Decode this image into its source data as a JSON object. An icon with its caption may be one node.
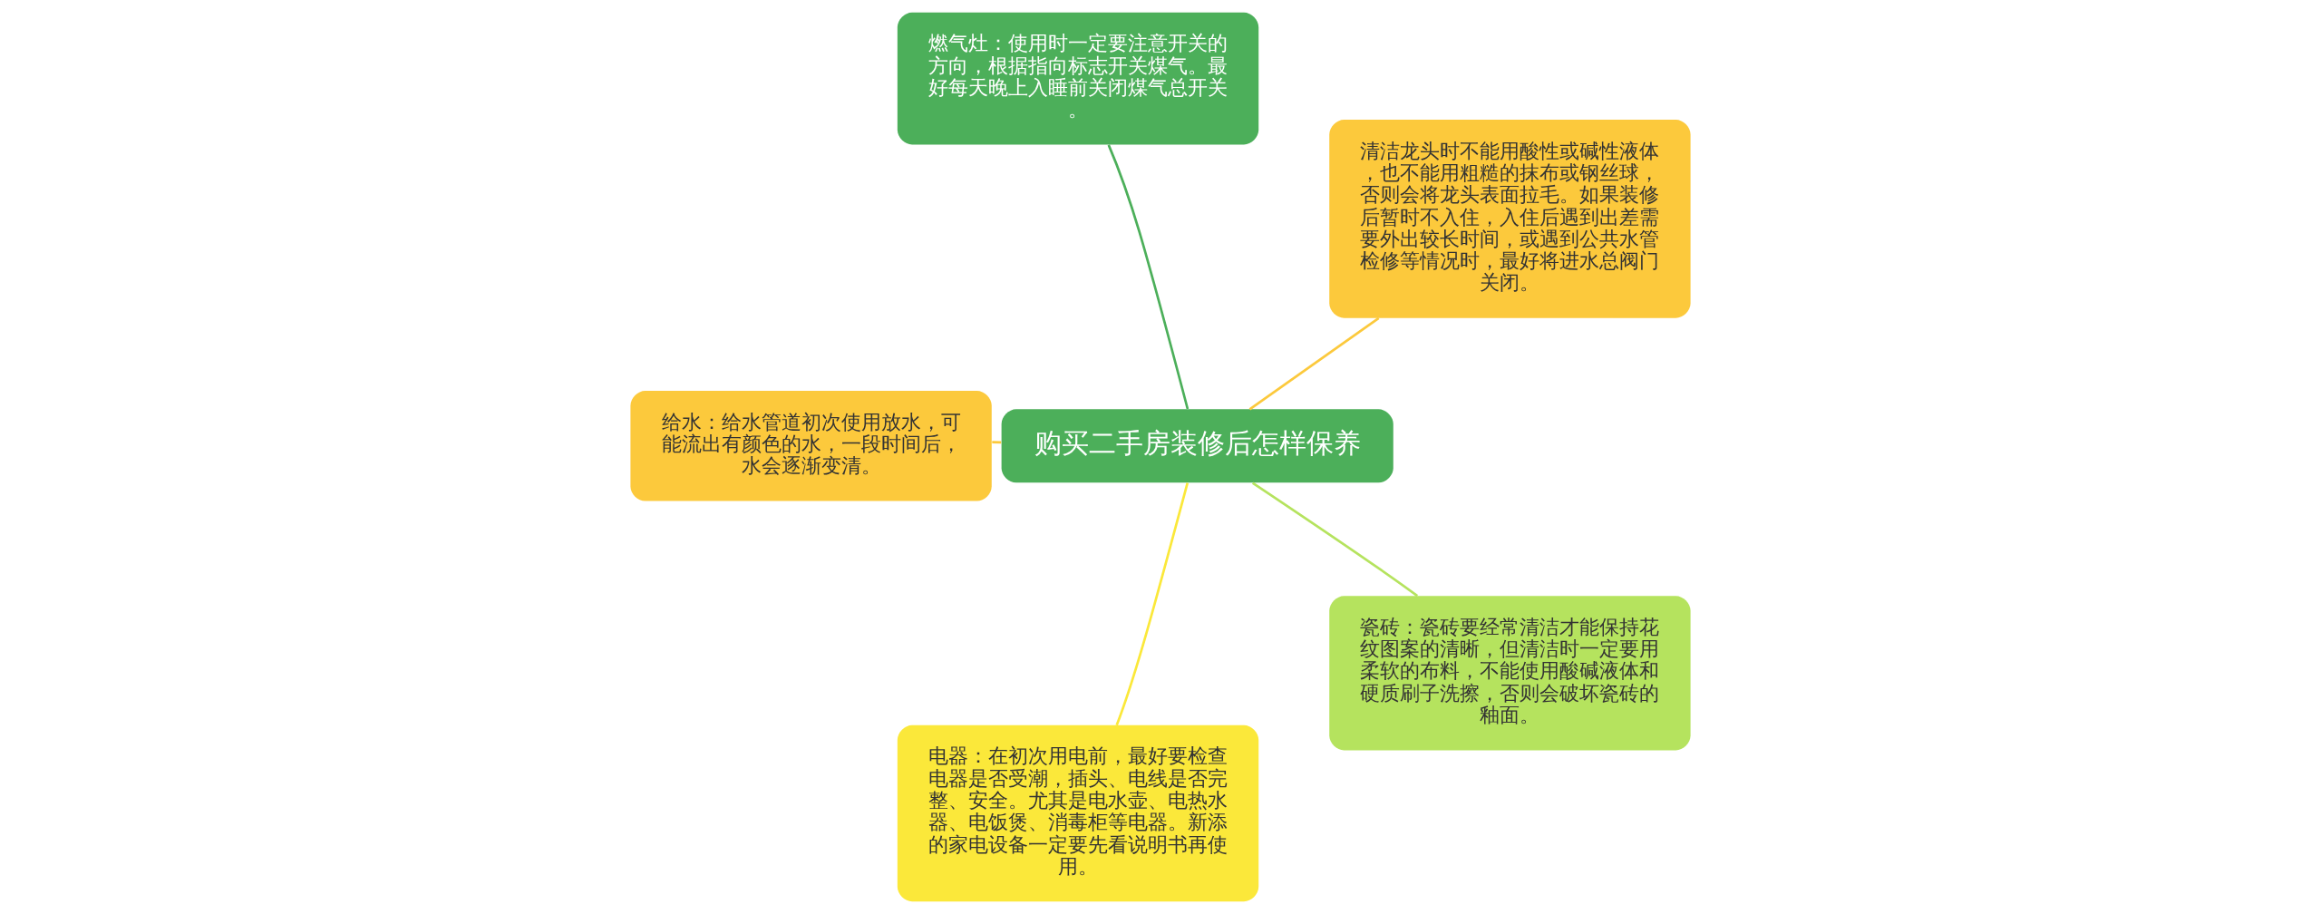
{
  "diagram": {
    "nodes": [
      {
        "text": [
          "购买二手房装修后怎样保养"
        ]
      },
      {
        "text": [
          "清洁龙头时不能用酸性或碱性液体，也不能用粗糙的抹布或钢丝球，否则会将龙头表面拉毛。如果装修后暂时不入住，入住后遇到出差需要外出较长时间，或遇到公共水管检修等情况时，最好将进水总阀门关闭。"
        ]
      },
      {
        "text": [
          "燃气灶：使用时一定要注意开关的方向，根据指向标志开关煤气。最好每天晚上入睡前关闭煤气总开关。"
        ]
      },
      {
        "text": [
          "给水：给水管道初次使用放水，可能流出有颜色的水，一段时间后，水会逐渐变清。"
        ]
      },
      {
        "text": [
          "电器：在初次用电前，最好要检查电器是否受潮，插头、电线是否完整、安全。尤其是电水壶、电热水器、电饭煲、消毒柜等电器。新添的家电设备一定要先看说明书再使用。"
        ]
      },
      {
        "text": [
          "瓷砖：瓷砖要经常清洁才能保持花纹图案的清晰，但清洁时一定要用柔软的布料，不能使用酸碱液体和硬质刷子洗擦，否则会破坏瓷砖的釉面。"
        ]
      }
    ],
    "edges": [
      {
        "from": 0,
        "to": 1,
        "arrow": "none",
        "color": "#fcc93c"
      },
      {
        "from": 0,
        "to": 2,
        "arrow": "none",
        "color": "#4caf5a"
      },
      {
        "from": 0,
        "to": 3,
        "arrow": "none",
        "color": "#fcc93c"
      },
      {
        "from": 0,
        "to": 4,
        "arrow": "none",
        "color": "#fbe83a"
      },
      {
        "from": 0,
        "to": 5,
        "arrow": "none",
        "color": "#b5e35e"
      }
    ]
  }
}
